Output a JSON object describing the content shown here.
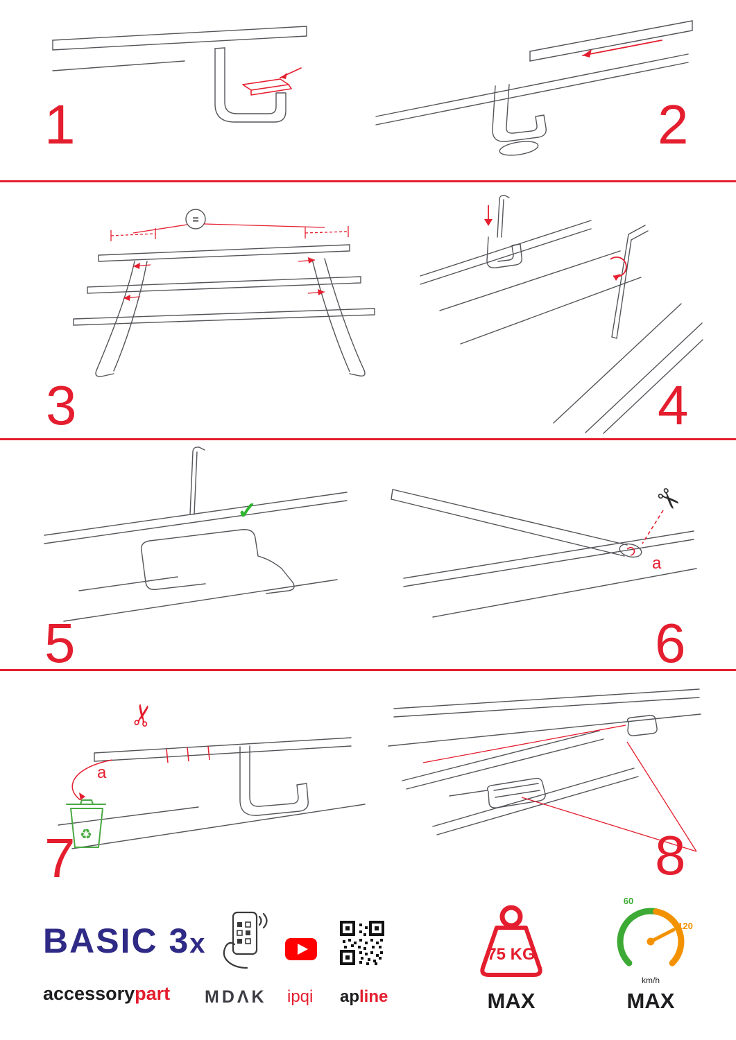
{
  "page": {
    "background": "#ffffff",
    "accent_red": "#e41e2e",
    "drawing_line": "#54555a",
    "brand_blue": "#2e2a85",
    "green": "#3daa35",
    "orange": "#f39200",
    "youtube_red": "#ff0000"
  },
  "steps": {
    "s1": {
      "number": "1"
    },
    "s2": {
      "number": "2"
    },
    "s3": {
      "number": "3",
      "equal_label": "="
    },
    "s4": {
      "number": "4"
    },
    "s5": {
      "number": "5",
      "check_mark": "✓"
    },
    "s6": {
      "number": "6",
      "scissors": "✂",
      "cut_label": "a"
    },
    "s7": {
      "number": "7",
      "scissors": "✂",
      "cut_label": "a",
      "recycle_mark": "♻"
    },
    "s8": {
      "number": "8"
    }
  },
  "footer": {
    "brand_main": "BASIC 3",
    "brand_suffix": "x",
    "sub_brand_black": "accessory",
    "sub_brand_red": "part",
    "partner_mdak": "MDΛK",
    "partner_ipqi": "ipqi",
    "partner_apline_black": "ap",
    "partner_apline_red": "line",
    "weight_badge": {
      "value": "75 KG",
      "label": "MAX"
    },
    "speed_badge": {
      "tick_low": "60",
      "tick_high": "120",
      "unit": "km/h",
      "label": "MAX"
    }
  }
}
